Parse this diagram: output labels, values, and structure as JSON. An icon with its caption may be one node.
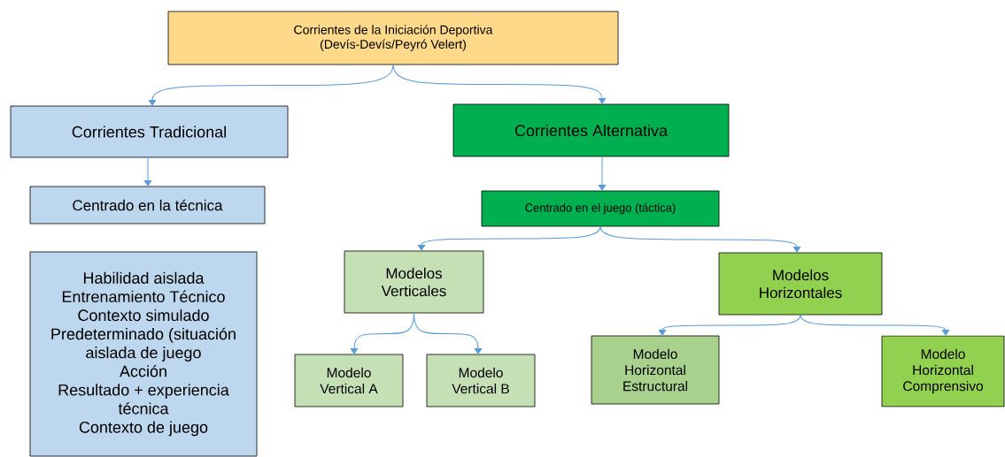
{
  "diagram": {
    "nodes": [
      {
        "text": [
          "Corrientes de la Iniciación Deportiva",
          "(Devís-Devís/Peyró Velert)"
        ]
      },
      {
        "text": [
          "Corrientes Tradicional"
        ]
      },
      {
        "text": [
          "Corrientes Alternativa"
        ]
      },
      {
        "text": [
          "Centrado en la técnica"
        ]
      },
      {
        "text": [
          "Centrado en el juego (táctica)"
        ]
      },
      {
        "text": [
          "Habilidad aislada",
          "Entrenamiento Técnico",
          "Contexto simulado",
          "Predeterminado (situación aislada de juego",
          "Acción",
          "Resultado + experiencia técnica",
          "Contexto de juego"
        ]
      },
      {
        "text": [
          "Modelos Verticales"
        ]
      },
      {
        "text": [
          "Modelos Horizontales"
        ]
      },
      {
        "text": [
          "Modelo Vertical A"
        ]
      },
      {
        "text": [
          "Modelo Vertical B"
        ]
      },
      {
        "text": [
          "Modelo Horizontal Estructural"
        ]
      },
      {
        "text": [
          "Modelo Horizontal Comprensivo"
        ]
      }
    ],
    "edges": [
      {
        "from": 0,
        "to": 1,
        "arrow": "to"
      },
      {
        "from": 0,
        "to": 2,
        "arrow": "to"
      },
      {
        "from": 1,
        "to": 3,
        "arrow": "to"
      },
      {
        "from": 2,
        "to": 4,
        "arrow": "to"
      },
      {
        "from": 4,
        "to": 6,
        "arrow": "to"
      },
      {
        "from": 4,
        "to": 7,
        "arrow": "to"
      },
      {
        "from": 6,
        "to": 8,
        "arrow": "to"
      },
      {
        "from": 6,
        "to": 9,
        "arrow": "to"
      },
      {
        "from": 7,
        "to": 10,
        "arrow": "to"
      },
      {
        "from": 7,
        "to": 11,
        "arrow": "to"
      }
    ]
  }
}
